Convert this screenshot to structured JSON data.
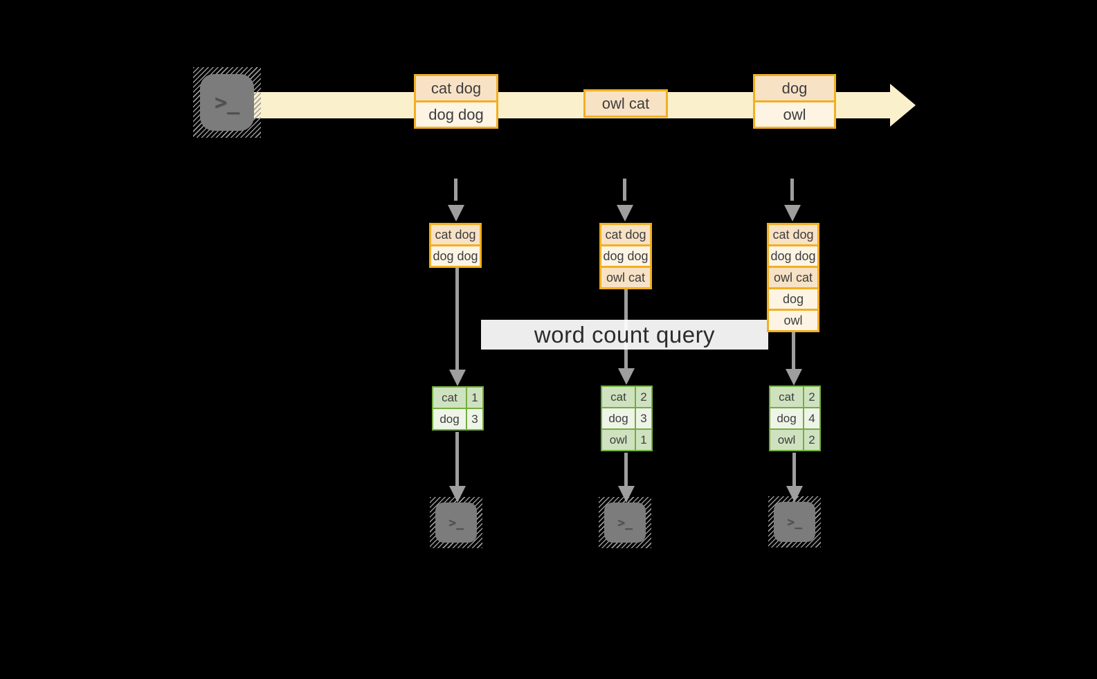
{
  "colors": {
    "background": "#000000",
    "band": "#FAF0CC",
    "peach": "#F8E2C5",
    "cream": "#FDF4E4",
    "orange": "#F2AF22",
    "green": "#74AE3F",
    "green-dark": "#CFE2BF",
    "green-light": "#EEF4E7",
    "arrow": "#9E9E9E",
    "terminal": "#7C7C7C",
    "prompt": "#4F4F4F",
    "ink": "#3D3D3D"
  },
  "icons": {
    "prompt_glyph": ">_"
  },
  "stream": {
    "batches": [
      {
        "lines": [
          "cat dog",
          "dog dog"
        ]
      },
      {
        "lines": [
          "owl cat"
        ]
      },
      {
        "lines": [
          "dog",
          "owl"
        ]
      }
    ]
  },
  "query": {
    "label": "word count query"
  },
  "states": [
    {
      "rows": [
        "cat dog",
        "dog dog"
      ]
    },
    {
      "rows": [
        "cat dog",
        "dog dog",
        "owl cat"
      ]
    },
    {
      "rows": [
        "cat dog",
        "dog dog",
        "owl cat",
        "dog",
        "owl"
      ]
    }
  ],
  "counts": [
    {
      "rows": [
        {
          "word": "cat",
          "count": "1"
        },
        {
          "word": "dog",
          "count": "3"
        }
      ]
    },
    {
      "rows": [
        {
          "word": "cat",
          "count": "2"
        },
        {
          "word": "dog",
          "count": "3"
        },
        {
          "word": "owl",
          "count": "1"
        }
      ]
    },
    {
      "rows": [
        {
          "word": "cat",
          "count": "2"
        },
        {
          "word": "dog",
          "count": "4"
        },
        {
          "word": "owl",
          "count": "2"
        }
      ]
    }
  ]
}
